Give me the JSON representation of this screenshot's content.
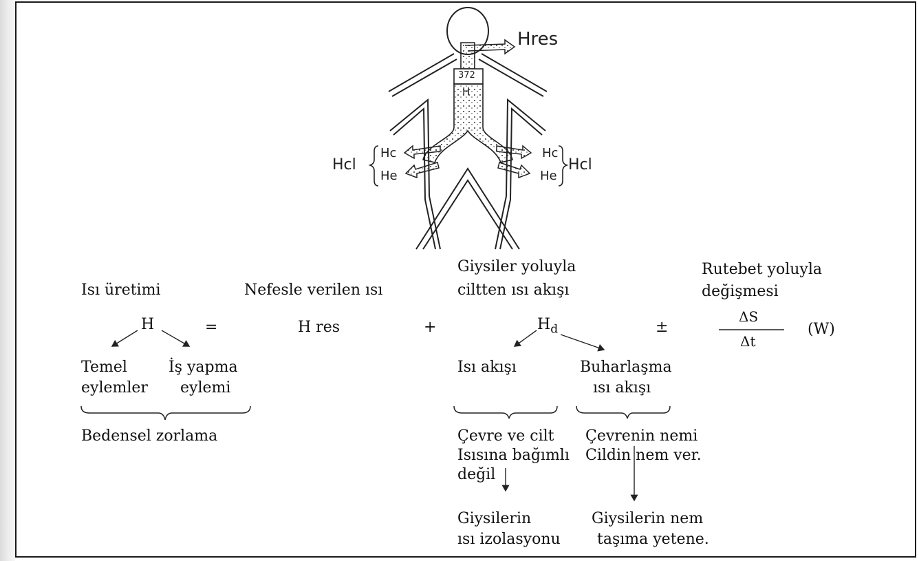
{
  "figure": {
    "label_hres": "Hres",
    "label_hcl": "Hcl",
    "label_hc": "Hc",
    "label_he": "He",
    "label_372": "372",
    "label_h": "H"
  },
  "columns": {
    "production": "Isı üretimi",
    "respiration": "Nefesle verilen ısı",
    "clothing_line1": "Giysiler yoluyla",
    "clothing_line2": "ciltten ısı akışı",
    "storage_line1": "Rutebet yoluyla",
    "storage_line2": "değişmesi"
  },
  "equation": {
    "h": "H",
    "equals": "=",
    "hres": "H res",
    "plus": "+",
    "hd_base": "H",
    "hd_sub": "d",
    "plus_minus": "±",
    "delta_s": "ΔS",
    "delta_t": "Δt",
    "unit": "(W)"
  },
  "branches": {
    "basal_line1": "Temel",
    "basal_line2": "eylemler",
    "work_line1": "İş yapma",
    "work_line2": "eylemi",
    "bodily": "Bedensel zorlama",
    "heat_flow": "Isı akışı",
    "evap_line1": "Buharlaşma",
    "evap_line2": "ısı akışı",
    "env_line1": "Çevre ve cilt",
    "env_line2": "Isısına bağımlı",
    "env_line3": "değil",
    "hum_line1": "Çevrenin nemi",
    "hum_line2": "Cildin nem ver.",
    "insul_line1": "Giysilerin",
    "insul_line2": "ısı izolasyonu",
    "moist_line1": "Giysilerin nem",
    "moist_line2": "taşıma yetene."
  }
}
